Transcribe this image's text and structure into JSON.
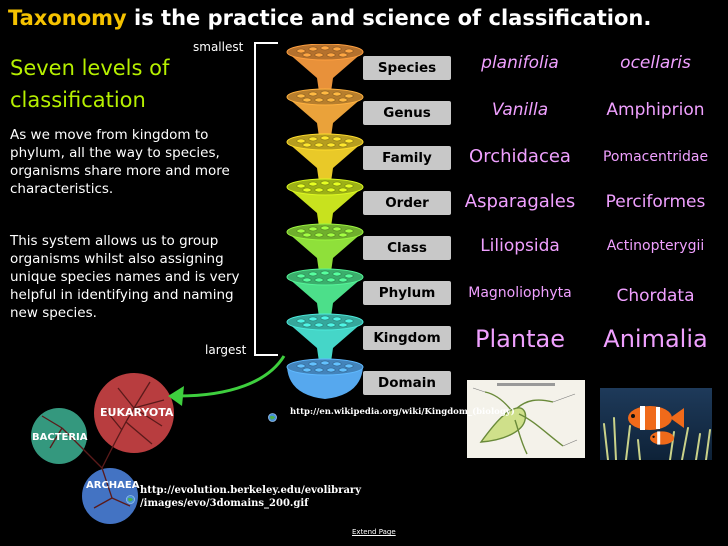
{
  "title": {
    "keyword": "Taxonomy",
    "rest": " is the practice and science of classification."
  },
  "subtitle": "Seven levels of classification",
  "paragraph1": "As we move from kingdom to phylum, all the way to species, organisms share more and more characteristics.",
  "paragraph2": "This system allows us to group organisms whilst also assigning unique species names and is very helpful in identifying and naming new species.",
  "labels": {
    "smallest": "smallest",
    "largest": "largest"
  },
  "levels": [
    {
      "name": "Species",
      "plant": "planifolia",
      "animal": "ocellaris"
    },
    {
      "name": "Genus",
      "plant": "Vanilla",
      "animal": "Amphiprion"
    },
    {
      "name": "Family",
      "plant": "Orchidacea",
      "animal": "Pomacentridae"
    },
    {
      "name": "Order",
      "plant": "Asparagales",
      "animal": "Perciformes"
    },
    {
      "name": "Class",
      "plant": "Liliopsida",
      "animal": "Actinopterygii"
    },
    {
      "name": "Phylum",
      "plant": "Magnoliophyta",
      "animal": "Chordata"
    },
    {
      "name": "Kingdom",
      "plant": "Plantae",
      "animal": "Animalia"
    },
    {
      "name": "Domain",
      "plant": "",
      "animal": ""
    }
  ],
  "funnel_colors": [
    "#e8913a",
    "#eaa23a",
    "#e9c928",
    "#c8e21e",
    "#8fe03a",
    "#4cdf8a",
    "#45d6c8",
    "#56a8ee"
  ],
  "tree": {
    "eukaryota": "EUKARYOTA",
    "bacteria": "BACTERIA",
    "archaea": "ARCHAEA",
    "colors": {
      "eukaryota": "#d8484a",
      "bacteria": "#3aa88c",
      "archaea": "#4a7fd8"
    }
  },
  "urls": {
    "wiki": "http://en.wikipedia.org/wiki/Kingdom_(biology)",
    "evo_line1": "http://evolution.berkeley.edu/evolibrary",
    "evo_line2": "/images/evo/3domains_200.gif"
  },
  "footer": "Extend Page"
}
